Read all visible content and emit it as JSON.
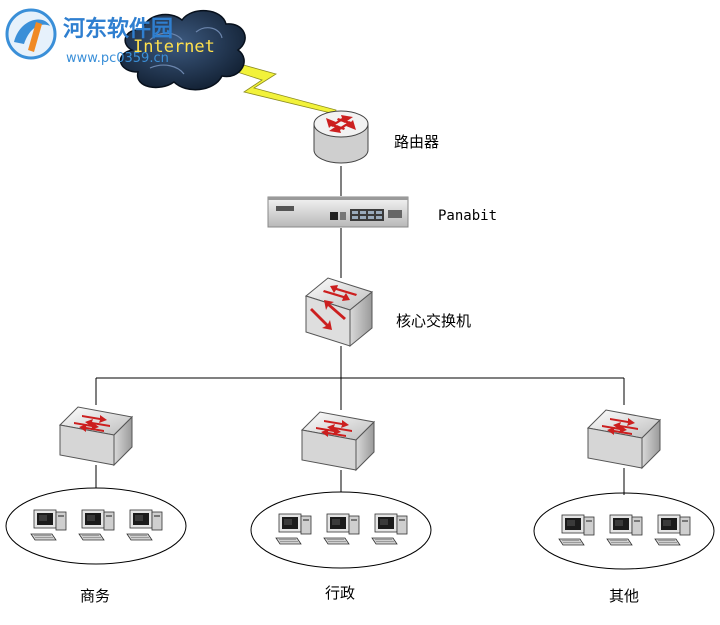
{
  "watermark": {
    "title": "河东软件园",
    "url": "www.pc0359.cn"
  },
  "nodes": {
    "internet": "Internet",
    "router": "路由器",
    "panabit": "Panabit",
    "core_switch": "核心交换机"
  },
  "groups": [
    {
      "label": "商务"
    },
    {
      "label": "行政"
    },
    {
      "label": "其他"
    }
  ],
  "colors": {
    "line": "#000000",
    "lightning": "#f2f23a",
    "cloud": "#1c2f4a",
    "arrow": "#cc1f1f",
    "device": "#e6e6e6"
  },
  "icons": {
    "cloud": "cloud-icon",
    "router": "router-icon",
    "firewall": "panabit-appliance-icon",
    "switch": "switch-icon",
    "pc": "computer-icon"
  }
}
